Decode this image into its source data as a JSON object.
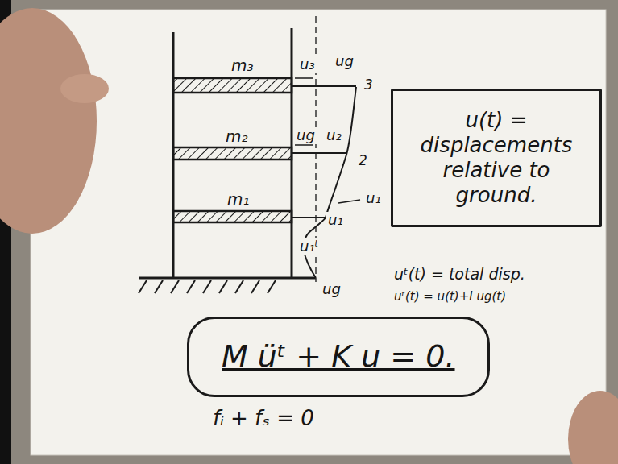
{
  "diagram": {
    "nodes": [
      {
        "text": [
          "u(t) = displacements relative to ground."
        ]
      },
      {
        "text": [
          "M üᵗ + K u = 0."
        ]
      }
    ],
    "labels": [
      "m₃",
      "u₃",
      "ug",
      "3",
      "m₂",
      "ug",
      "u₂",
      "2",
      "m₁",
      "u₁",
      "u₁",
      "u₁ᵗ",
      "ug",
      "uᵗ(t) = total disp.",
      "uᵗ(t) = u(t)+I ug(t)",
      "fᵢ + fₛ = 0"
    ]
  }
}
